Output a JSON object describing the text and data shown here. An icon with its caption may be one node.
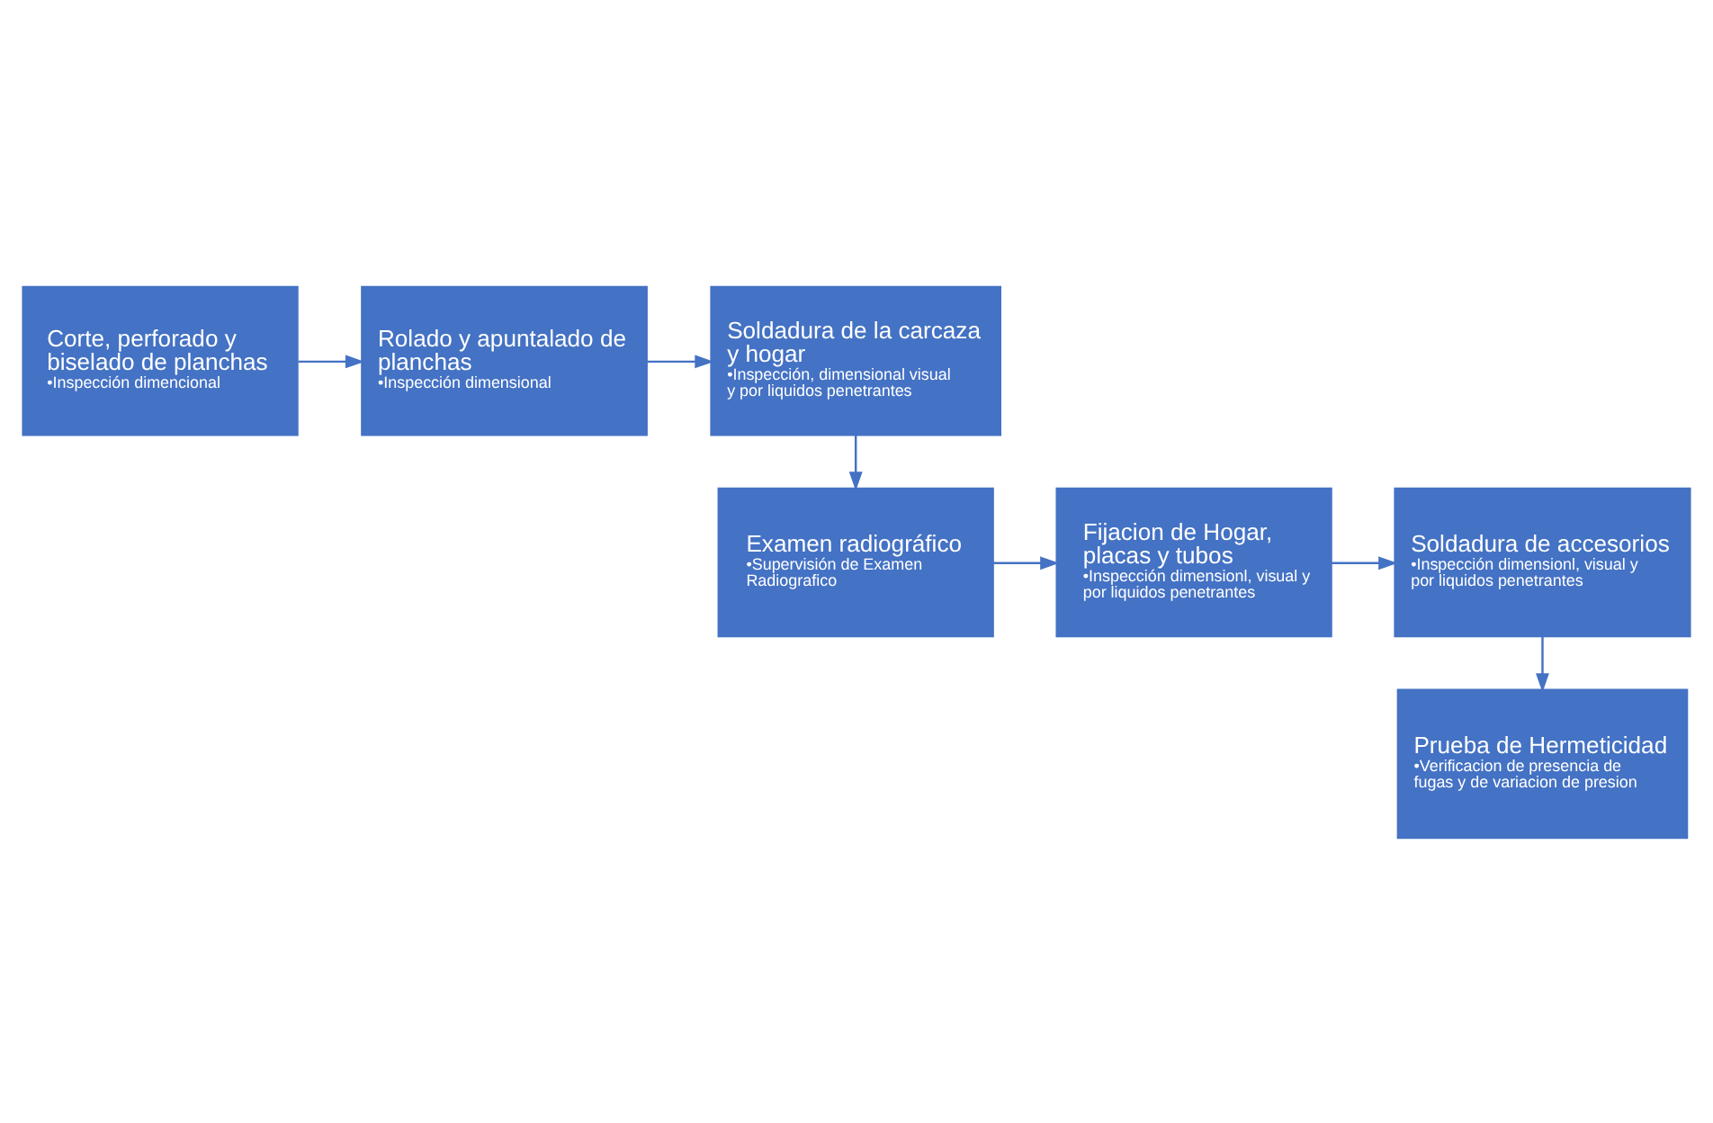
{
  "diagram": {
    "nodes": [
      {
        "text": [
          "Corte, perforado y biselado de planchas",
          "•Inspección dimencional"
        ]
      },
      {
        "text": [
          "Rolado y apuntalado de planchas",
          "•Inspección dimensional"
        ]
      },
      {
        "text": [
          "Soldadura de la carcaza y hogar",
          "•Inspección, dimensional visual y por liquidos penetrantes"
        ]
      },
      {
        "text": [
          "Examen radiográfico",
          "•Supervisión de Examen Radiografico"
        ]
      },
      {
        "text": [
          "Fijacion de Hogar, placas y tubos",
          "•Inspección dimensionl, visual y por liquidos penetrantes"
        ]
      },
      {
        "text": [
          "Soldadura de accesorios",
          "•Inspección dimensionl, visual y por liquidos penetrantes"
        ]
      },
      {
        "text": [
          "Prueba de Hermeticidad",
          "•Verificacion de presencia de fugas y de variacion de presion"
        ]
      }
    ],
    "edges": [
      {
        "from": 0,
        "to": 1,
        "arrow": "to"
      },
      {
        "from": 1,
        "to": 2,
        "arrow": "to"
      },
      {
        "from": 2,
        "to": 3,
        "arrow": "to"
      },
      {
        "from": 3,
        "to": 4,
        "arrow": "to"
      },
      {
        "from": 4,
        "to": 5,
        "arrow": "to"
      },
      {
        "from": 5,
        "to": 6,
        "arrow": "to"
      }
    ]
  }
}
